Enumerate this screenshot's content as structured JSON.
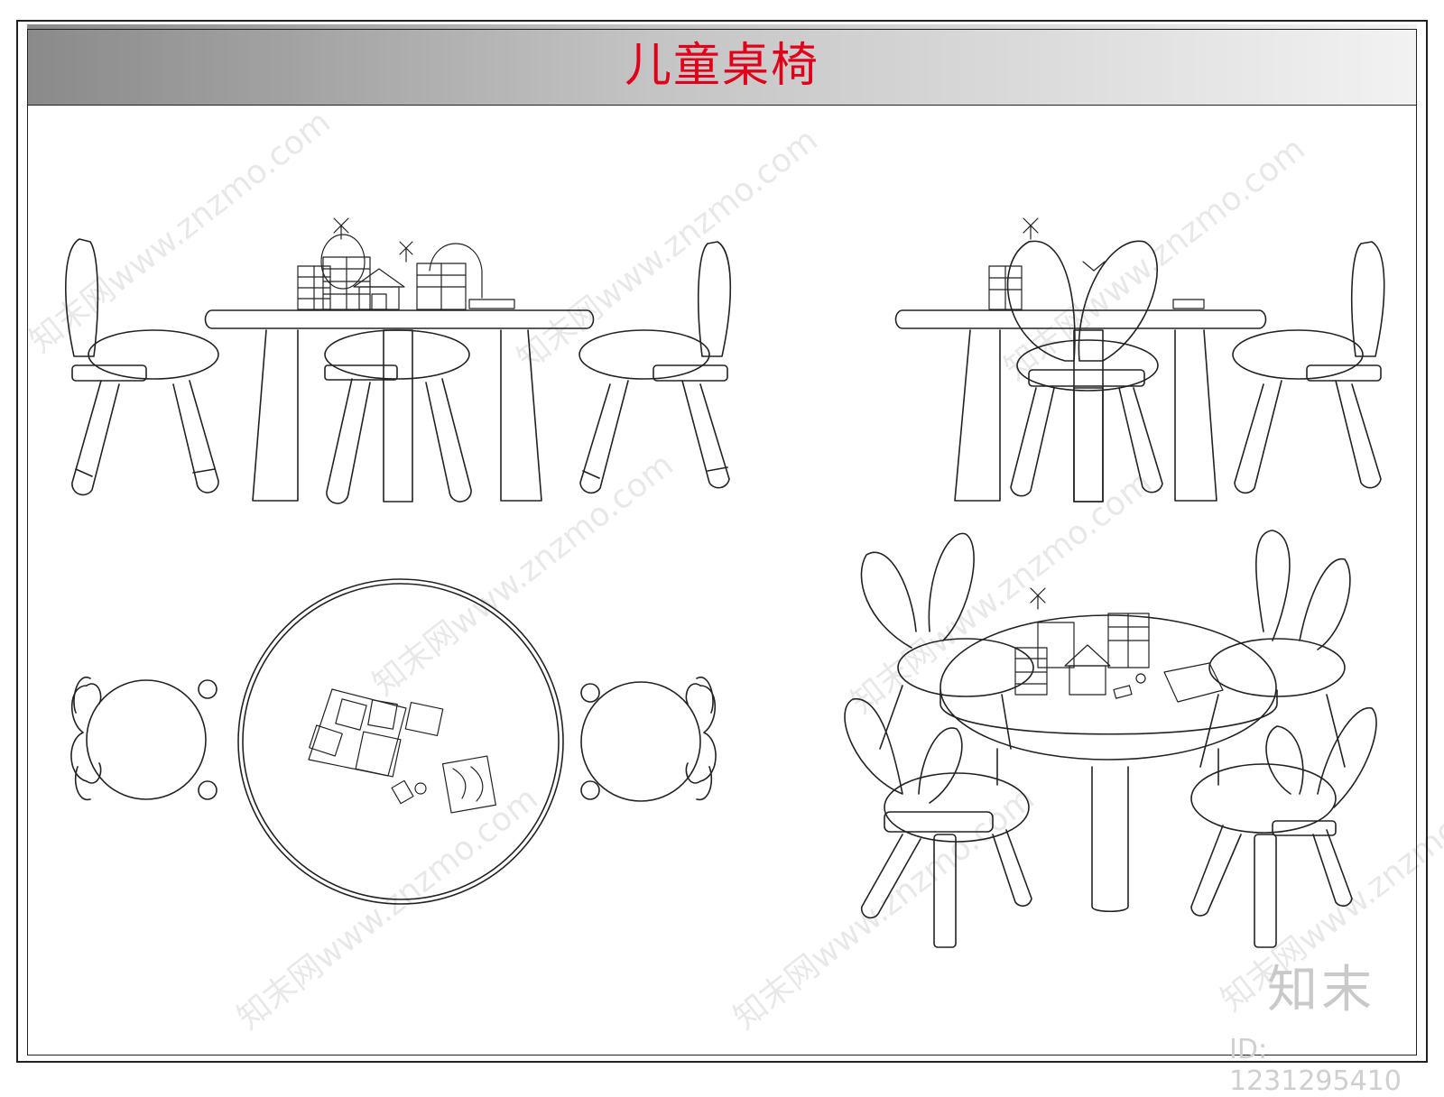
{
  "header": {
    "title": "儿童桌椅"
  },
  "watermark": {
    "text": "知末网www.znzmo.com",
    "logo": "知末",
    "id_text": "ID: 1231295410"
  },
  "colors": {
    "title": "#e1001a",
    "line": "#222222",
    "header_from": "#8a8a8a",
    "header_to": "#f2f2f2"
  }
}
